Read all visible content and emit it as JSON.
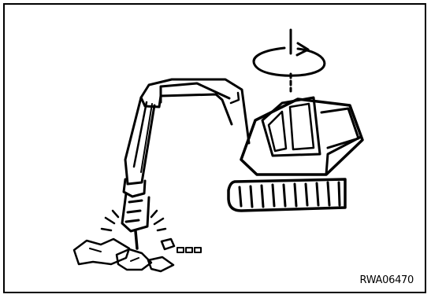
{
  "figure": {
    "caption": "RWA06470"
  },
  "illustration": {
    "subject": "excavator-with-hydraulic-breaker",
    "rotation_indicator": "circular-rotation-arrow"
  }
}
